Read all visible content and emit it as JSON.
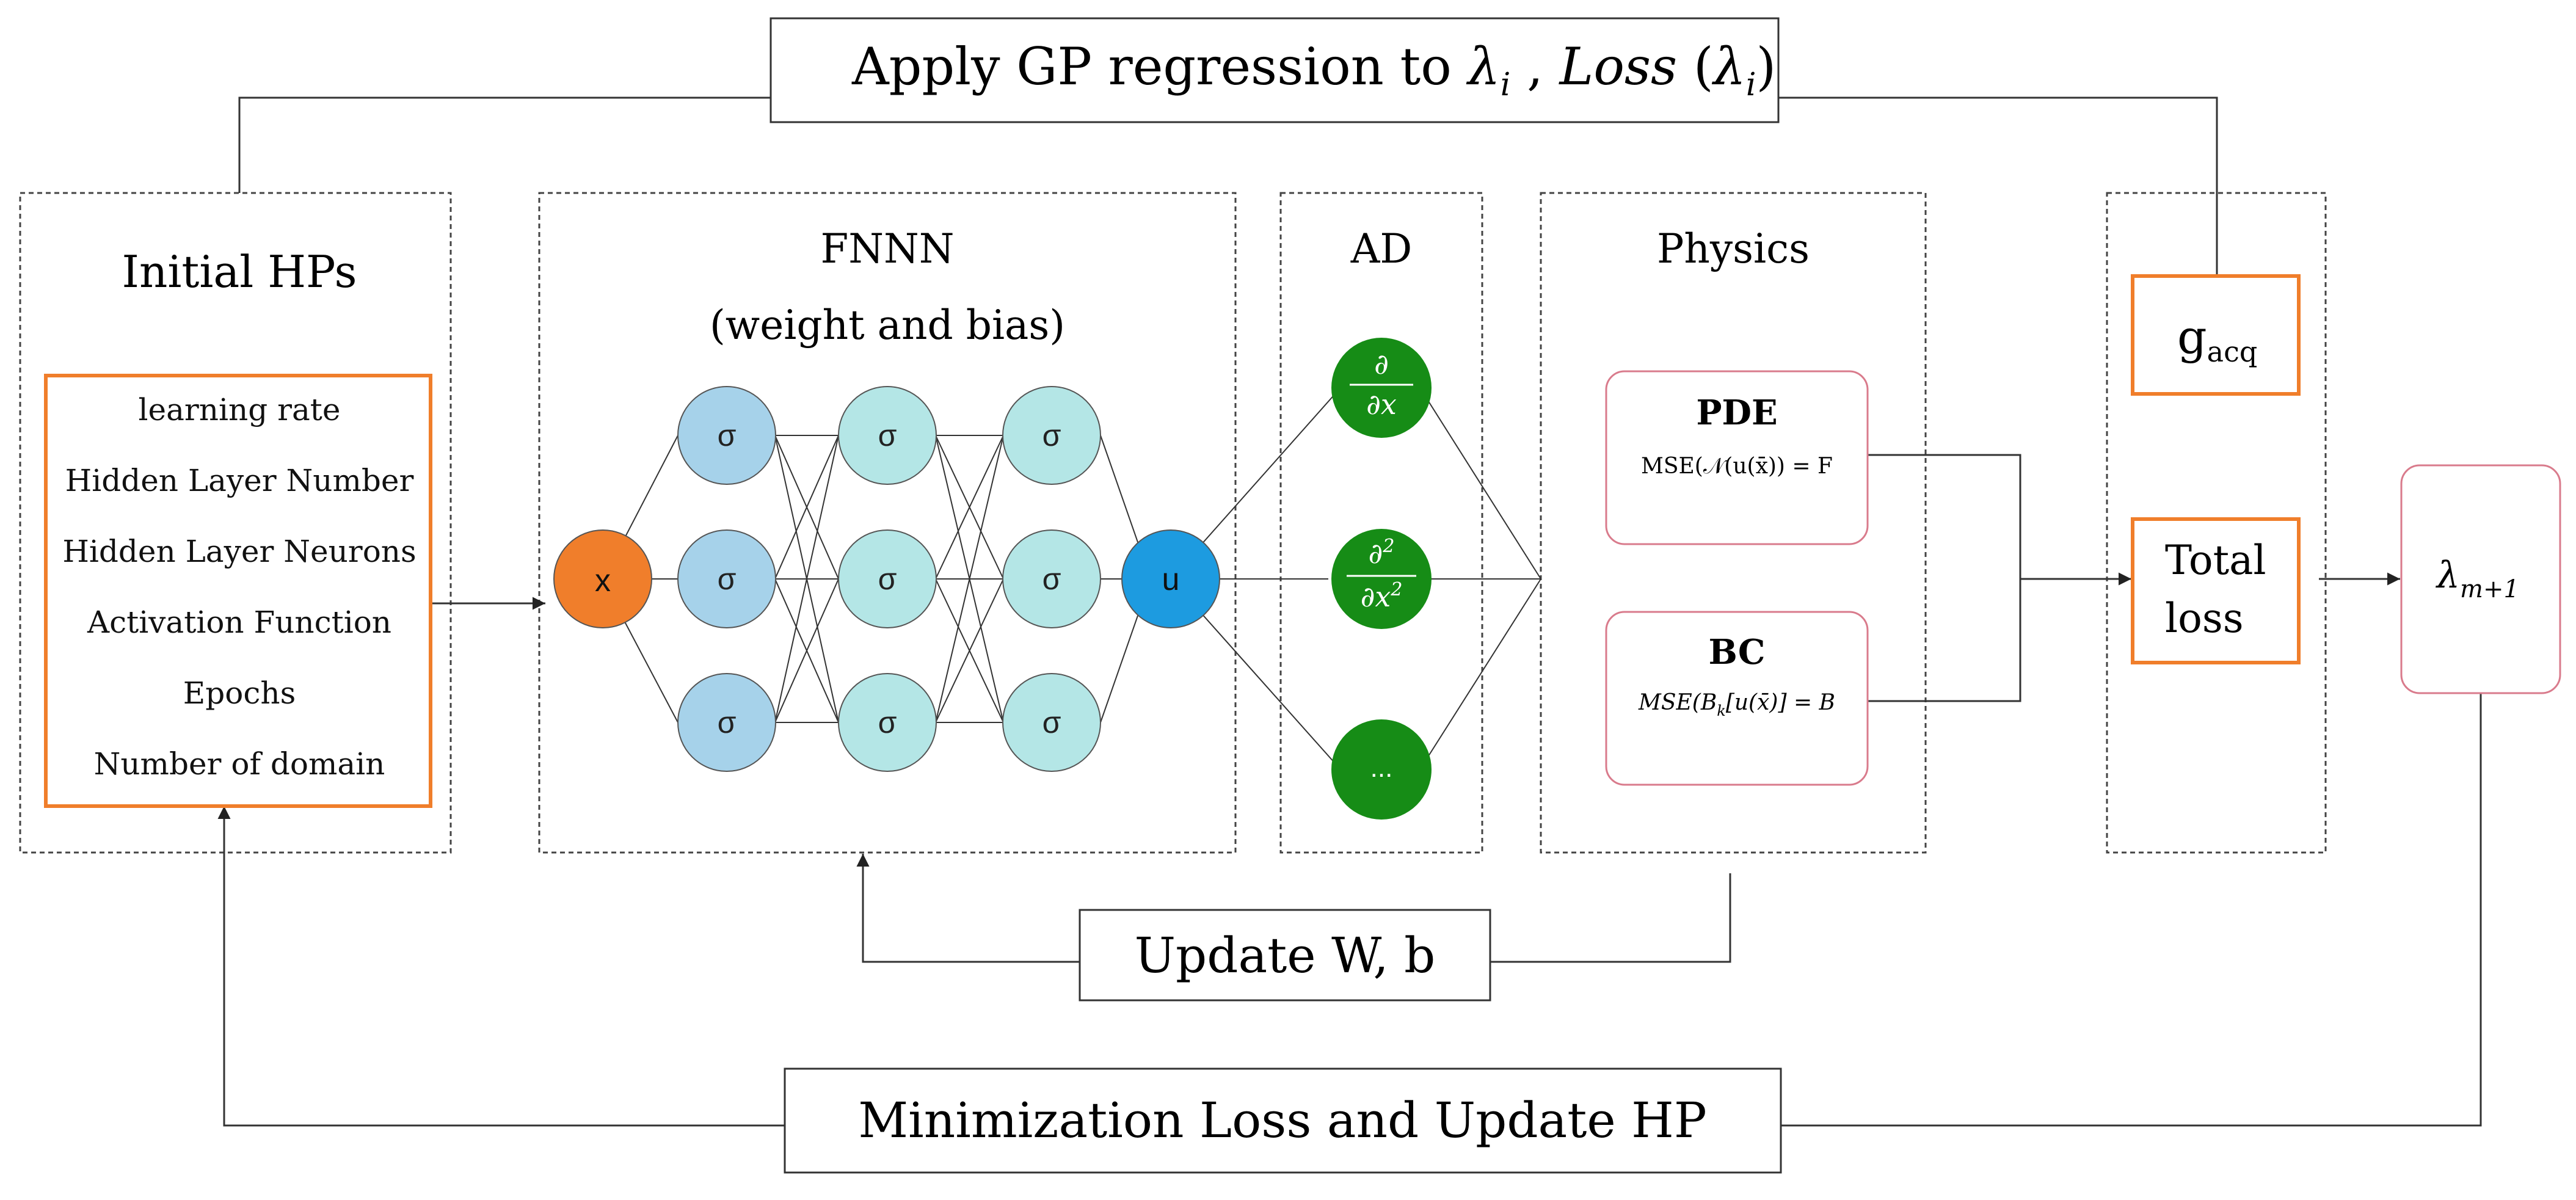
{
  "top_box": {
    "prefix": "Apply GP regression to ",
    "lambda": "λ",
    "sub": "i",
    "loss_label": "Loss",
    "loss_arg_sub": "i"
  },
  "initial_hps": {
    "title": "Initial HPs",
    "items": [
      "learning rate",
      "Hidden Layer Number",
      "Hidden Layer Neurons",
      "Activation Function",
      "Epochs",
      "Number of domain"
    ]
  },
  "fnnn": {
    "title": "FNNN",
    "subtitle": "(weight and bias)",
    "input_label": "x",
    "neuron_label": "σ",
    "output_label": "u"
  },
  "ad": {
    "title": "AD",
    "d1_num": "∂",
    "d1_den": "∂x",
    "d2_num": "∂",
    "d2_num_sup": "2",
    "d2_den": "∂x",
    "d2_den_sup": "2",
    "ellipsis": "..."
  },
  "physics": {
    "title": "Physics",
    "pde_title": "PDE",
    "pde_eq": "MSE(𝒩(u(x̄)) = F",
    "bc_title": "BC",
    "bc_eq": "MSE(B",
    "bc_eq_sub": "k",
    "bc_eq_rest": "[u(x̄)] = B"
  },
  "acq": {
    "g_label": "g",
    "g_sub": "acq",
    "total_loss_line1": "Total",
    "total_loss_line2": "loss"
  },
  "lambda_next": {
    "lambda": "λ",
    "sub": "m+1"
  },
  "update_box": {
    "label": "Update W, b"
  },
  "bottom_box": {
    "label": "Minimization Loss and Update HP"
  },
  "colors": {
    "orange": "#f07e2b",
    "light_blue": "#a6d2ea",
    "teal": "#b4e6e6",
    "green": "#168c16",
    "blue": "#1d9be0",
    "pink": "#d97b8c"
  }
}
